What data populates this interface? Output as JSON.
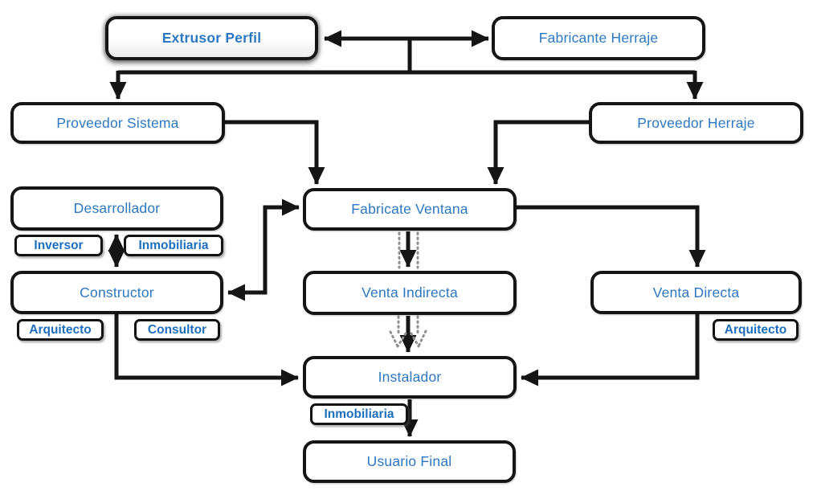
{
  "diagram": {
    "type": "flowchart",
    "nodes": {
      "extrusor_perfil": {
        "label": "Extrusor Perfil",
        "emphasized": true
      },
      "fabricante_herraje": {
        "label": "Fabricante Herraje"
      },
      "proveedor_sistema": {
        "label": "Proveedor Sistema"
      },
      "proveedor_herraje": {
        "label": "Proveedor Herraje"
      },
      "desarrollador": {
        "label": "Desarrollador"
      },
      "fabricate_ventana": {
        "label": "Fabricate Ventana"
      },
      "constructor_box": {
        "label": "Constructor"
      },
      "venta_indirecta": {
        "label": "Venta Indirecta"
      },
      "venta_directa": {
        "label": "Venta Directa"
      },
      "instalador": {
        "label": "Instalador"
      },
      "usuario_final": {
        "label": "Usuario Final"
      }
    },
    "tags": {
      "inversor": {
        "label": "Inversor",
        "attached_to": "desarrollador"
      },
      "inmobiliaria_dev": {
        "label": "Inmobiliaria",
        "attached_to": "desarrollador"
      },
      "arquitecto_con": {
        "label": "Arquitecto",
        "attached_to": "constructor_box"
      },
      "consultor": {
        "label": "Consultor",
        "attached_to": "constructor_box"
      },
      "arquitecto_dir": {
        "label": "Arquitecto",
        "attached_to": "venta_directa"
      },
      "inmobiliaria_inst": {
        "label": "Inmobiliaria",
        "attached_to": "instalador"
      }
    },
    "edges": [
      {
        "from": "extrusor_perfil",
        "to": "fabricante_herraje",
        "direction": "two-way",
        "style": "solid"
      },
      {
        "from": "extrusor_perfil_fabricante_herraje_link",
        "to": "proveedor_sistema",
        "direction": "one-way",
        "style": "solid"
      },
      {
        "from": "extrusor_perfil_fabricante_herraje_link",
        "to": "proveedor_herraje",
        "direction": "one-way",
        "style": "solid"
      },
      {
        "from": "proveedor_sistema",
        "to": "fabricate_ventana",
        "direction": "one-way",
        "style": "solid"
      },
      {
        "from": "proveedor_herraje",
        "to": "fabricate_ventana",
        "direction": "one-way",
        "style": "solid"
      },
      {
        "from": "desarrollador",
        "to": "constructor_box",
        "direction": "two-way",
        "style": "solid"
      },
      {
        "from": "fabricate_ventana",
        "to": "constructor_box",
        "direction": "two-way",
        "style": "solid"
      },
      {
        "from": "fabricate_ventana",
        "to": "venta_indirecta",
        "direction": "one-way",
        "style": "solid"
      },
      {
        "from": "fabricate_ventana",
        "to": "venta_directa",
        "direction": "one-way",
        "style": "solid"
      },
      {
        "from": "fabricate_ventana",
        "to": "instalador",
        "direction": "one-way",
        "style": "dotted"
      },
      {
        "from": "venta_indirecta",
        "to": "instalador",
        "direction": "one-way",
        "style": "solid"
      },
      {
        "from": "constructor_box",
        "to": "instalador",
        "direction": "one-way",
        "style": "solid"
      },
      {
        "from": "venta_directa",
        "to": "instalador",
        "direction": "one-way",
        "style": "solid"
      },
      {
        "from": "instalador",
        "to": "usuario_final",
        "direction": "one-way",
        "style": "solid"
      }
    ],
    "colors": {
      "background": "#ffffff",
      "node_fill": "#ffffff",
      "node_border": "#151515",
      "node_text": "#2d78c2",
      "tag_text": "#1d6fbd",
      "line": "#151515",
      "dotted_line": "#909090"
    }
  }
}
